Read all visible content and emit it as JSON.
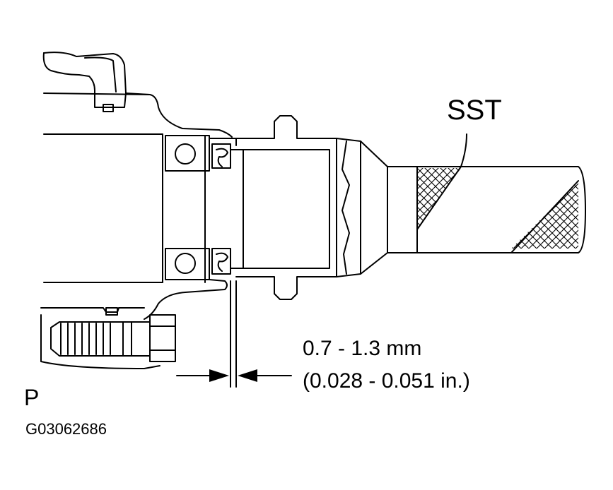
{
  "labels": {
    "tool": "SST",
    "clearance_mm": "0.7 - 1.3 mm",
    "clearance_in": "(0.028 - 0.051 in.)",
    "view_letter": "P",
    "figure_code": "G03062686"
  },
  "colors": {
    "line": "#000000",
    "background": "#ffffff"
  }
}
